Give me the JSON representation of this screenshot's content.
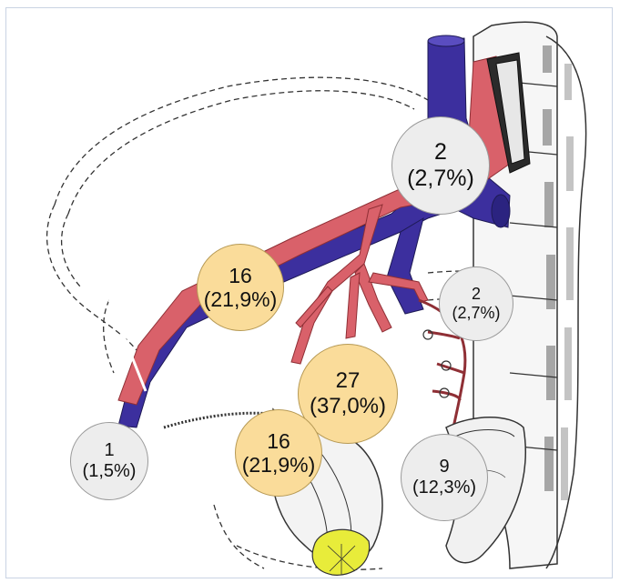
{
  "bubbles": [
    {
      "id": "b1",
      "count": "2",
      "pct": "(2,7%)",
      "kind": "grey"
    },
    {
      "id": "b2",
      "count": "16",
      "pct": "(21,9%)",
      "kind": "yellow"
    },
    {
      "id": "b3",
      "count": "2",
      "pct": "(2,7%)",
      "kind": "grey"
    },
    {
      "id": "b4",
      "count": "27",
      "pct": "(37,0%)",
      "kind": "yellow"
    },
    {
      "id": "b5",
      "count": "1",
      "pct": "(1,5%)",
      "kind": "grey"
    },
    {
      "id": "b6",
      "count": "16",
      "pct": "(21,9%)",
      "kind": "yellow"
    },
    {
      "id": "b7",
      "count": "9",
      "pct": "(12,3%)",
      "kind": "grey"
    }
  ],
  "colors": {
    "artery": "#d9616a",
    "vein": "#3c2f9e",
    "outline": "#444444",
    "grey_bubble": "#ededed",
    "yellow_bubble": "#fadc9a",
    "bladder": "#e8ec3a",
    "frame": "#c9d3e3"
  }
}
